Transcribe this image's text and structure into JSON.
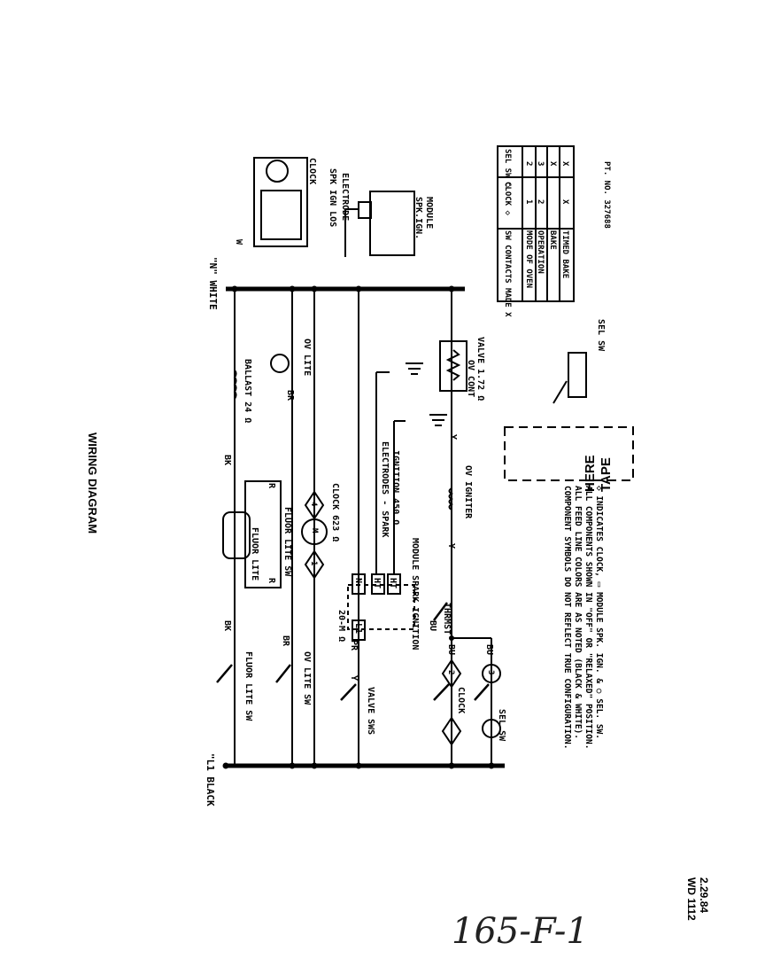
{
  "header": {
    "title": "WIRING DIAGRAM",
    "date": "2.29.84",
    "doc_no": "WD 1112"
  },
  "handwritten": "165-F-1",
  "rails": {
    "l1": "\"L1 BLACK",
    "n": "\"N\" WHITE"
  },
  "components": {
    "fluor_lite_sw": "FLUOR LITE SW",
    "ov_lite_sw": "OV LITE SW",
    "valve_sws": "VALVE SWS",
    "clock": "CLOCK",
    "sel_sw": "SEL SW",
    "fluor_lite": "FLUOR LITE",
    "fluor_lite_sw2": "FLUOR LITE SW",
    "clock_motor": "CLOCK 623 Ω",
    "ballast": "BALLAST 24 Ω",
    "ov_lite": "OV LITE",
    "electrodes": "ELECTRODES - SPARK",
    "ignition_ohm": "IGNITION 450 Ω",
    "module": "MODULE SPARK IGNITION",
    "resistor": "20-M Ω",
    "thrmst": "THRMST",
    "ov_igniter": "OV IGNITER",
    "ov_cont_valve": "OV CONT",
    "valve_ohm": "VALVE 1.72 Ω",
    "tape_1": "TAPE",
    "tape_2": "HERE",
    "electrode_spk": "ELECTRODE",
    "electrode_spk2": "SPK IGN LOS",
    "module_spk": "MODULE",
    "module_spk2": "SPK.IGN.",
    "clock_top": "CLOCK",
    "sel_sw_bottom": "SEL SW"
  },
  "wire_colors": {
    "bk": "BK",
    "br": "BR",
    "bu": "BU",
    "pr": "PR",
    "y": "Y",
    "w": "W",
    "r": "R"
  },
  "terminals": {
    "n": "N",
    "ht": "HT",
    "l1": "L1",
    "one": "1",
    "two": "2",
    "three": "3",
    "four": "4",
    "m": "M"
  },
  "notes": [
    "COMPONENT SYMBOLS DO NOT REFLECT TRUE CONFIGURATION.",
    "ALL FEED LINE COLORS ARE AS NOTED (BLACK & WHITE).",
    "ALL COMPONENTS SHOWN IN \"OFF\" OR \"RELAXED\" POSITION.",
    "◇ INDICATES CLOCK, ▭ MODULE SPK. IGN. & ○ SEL. SW."
  ],
  "table": {
    "headers": [
      "SW CONTACTS MADE X",
      "CLOCK ◇",
      "SEL SW ○"
    ],
    "rows": [
      [
        "MODE OF OVEN",
        "1",
        "2"
      ],
      [
        "OPERATION",
        "2",
        "3"
      ],
      [
        "BAKE",
        "",
        "X"
      ],
      [
        "TIMED BAKE",
        "X",
        "X"
      ]
    ],
    "part_no": "PT. NO. 327688"
  },
  "colors": {
    "ink": "#000000",
    "paper": "#ffffff"
  }
}
